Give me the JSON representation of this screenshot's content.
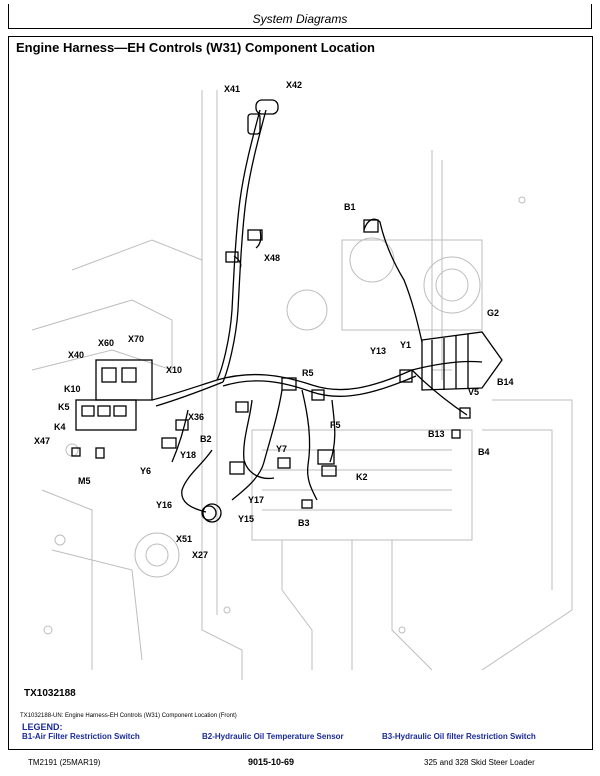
{
  "header": {
    "section": "System Diagrams"
  },
  "page_title": "Engine Harness—EH Controls (W31) Component Location",
  "figure": {
    "id": "TX1032188",
    "caption": "TX1032188-UN: Engine Harness-EH Controls (W31) Component Location (Front)",
    "labels": {
      "x41": "X41",
      "x42": "X42",
      "b1": "B1",
      "x48": "X48",
      "g2": "G2",
      "x70": "X70",
      "x60": "X60",
      "x40": "X40",
      "y13": "Y13",
      "y1": "Y1",
      "x10": "X10",
      "k10": "K10",
      "r5": "R5",
      "b14": "B14",
      "v5": "V5",
      "k5": "K5",
      "x36": "X36",
      "f5": "F5",
      "k4": "K4",
      "b13": "B13",
      "x47": "X47",
      "b2": "B2",
      "y7": "Y7",
      "b4": "B4",
      "y18": "Y18",
      "y6": "Y6",
      "k2": "K2",
      "m5": "M5",
      "y17": "Y17",
      "y16": "Y16",
      "y15": "Y15",
      "b3": "B3",
      "x51": "X51",
      "x27": "X27"
    }
  },
  "legend": {
    "title": "LEGEND:",
    "items": [
      "B1-Air Filter Restriction Switch",
      "B2-Hydraulic Oil Temperature Sensor",
      "B3-Hydraulic Oil filter Restriction Switch"
    ]
  },
  "footer": {
    "left": "TM2191 (25MAR19)",
    "center": "9015-10-69",
    "right": "325 and 328 Skid Steer Loader"
  },
  "colors": {
    "legend_text": "#1a2a9a"
  }
}
